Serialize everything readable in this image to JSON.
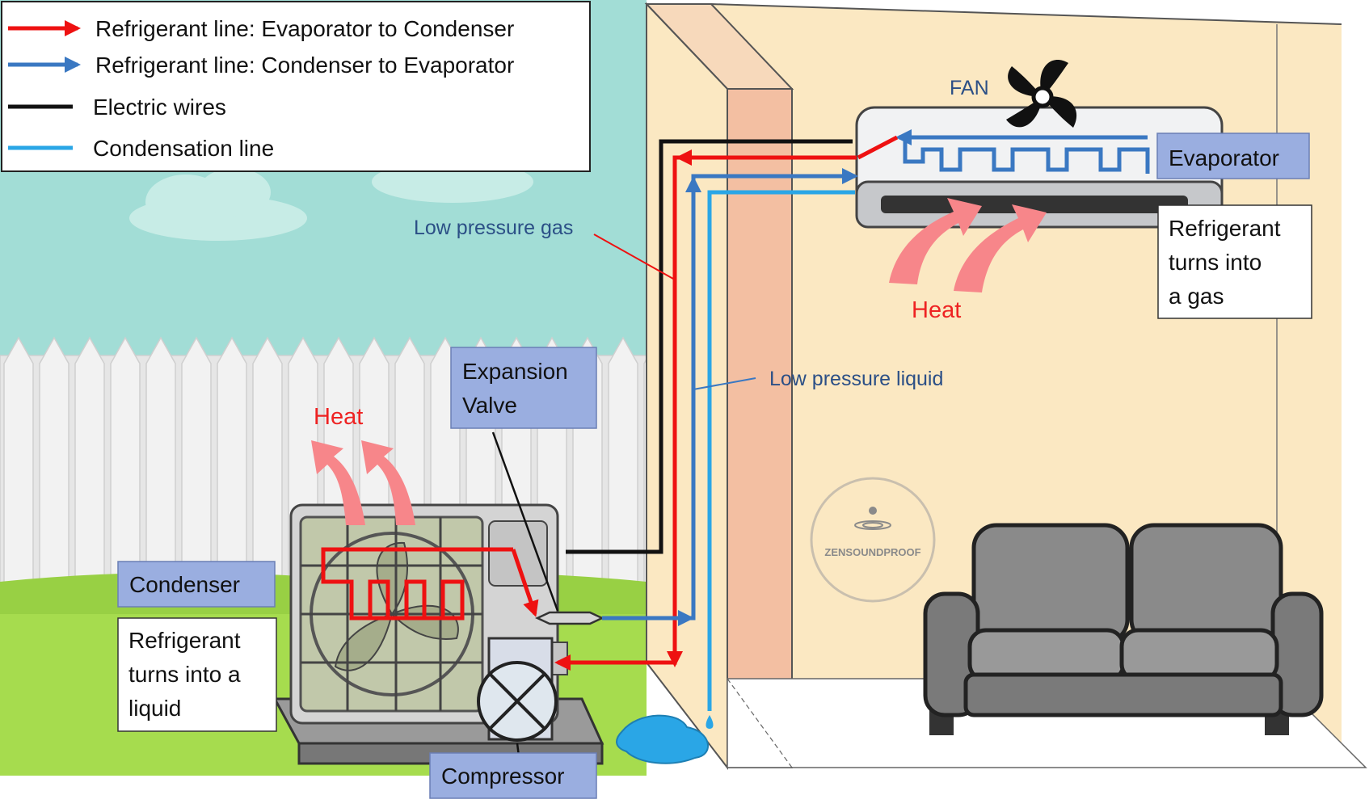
{
  "legend": {
    "items": [
      {
        "label": "Refrigerant line: Evaporator to Condenser",
        "color": "#ee1111",
        "arrow": true
      },
      {
        "label": "Refrigerant line: Condenser to Evaporator",
        "color": "#3a78c2",
        "arrow": true
      },
      {
        "label": "Electric wires",
        "color": "#111111",
        "arrow": false
      },
      {
        "label": "Condensation line",
        "color": "#2aa6e6",
        "arrow": false
      }
    ]
  },
  "labels": {
    "fan": "FAN",
    "evaporator": "Evaporator",
    "condenser": "Condenser",
    "compressor": "Compressor",
    "expansion_valve_line1": "Expansion",
    "expansion_valve_line2": "Valve",
    "heat_indoor": "Heat",
    "heat_outdoor": "Heat",
    "low_pressure_gas": "Low pressure gas",
    "low_pressure_liquid": "Low pressure liquid",
    "watermark": "ZENSOUNDPROOF"
  },
  "notes": {
    "evaporator_note": [
      "Refrigerant",
      "turns into",
      "a gas"
    ],
    "condenser_note": [
      "Refrigerant",
      "turns into a",
      "liquid"
    ]
  },
  "colors": {
    "sky": "#a2ddd6",
    "grass": "#98d044",
    "wall": "#fbe8c2",
    "wall_edge": "#f3bfa2",
    "label_box": "#9aaee0",
    "hot_line": "#ee1111",
    "cold_line": "#3a78c2",
    "condensation": "#2aa6e6",
    "heat_arrow": "#f7868a",
    "heat_text": "#ee2222",
    "callout_text": "#2b4f86"
  }
}
